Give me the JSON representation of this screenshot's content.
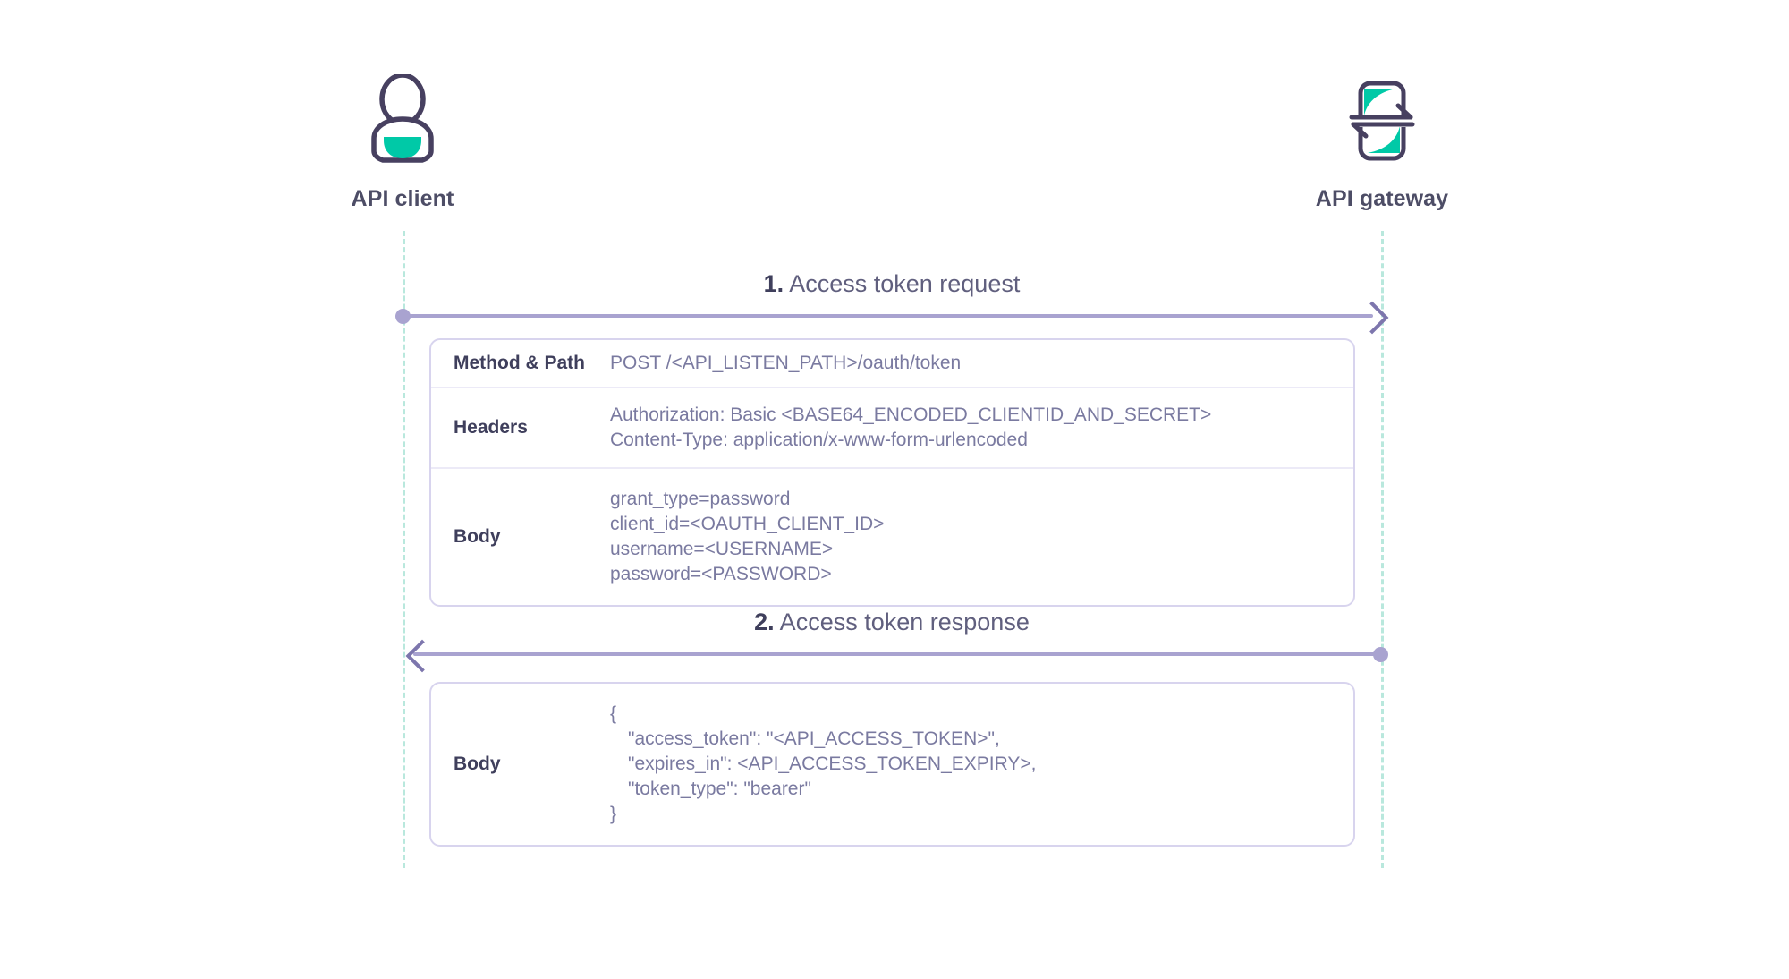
{
  "actors": [
    {
      "id": "api-client",
      "label": "API client",
      "icon": "user-icon"
    },
    {
      "id": "api-gateway",
      "label": "API gateway",
      "icon": "gateway-icon"
    }
  ],
  "messages": [
    {
      "number": "1.",
      "label": "Access token request",
      "direction": "right",
      "rows": [
        {
          "key": "Method & Path",
          "lines": [
            "POST /<API_LISTEN_PATH>/oauth/token"
          ]
        },
        {
          "key": "Headers",
          "lines": [
            "Authorization: Basic <BASE64_ENCODED_CLIENTID_AND_SECRET>",
            "Content-Type: application/x-www-form-urlencoded"
          ]
        },
        {
          "key": "Body",
          "lines": [
            "grant_type=password",
            "client_id=<OAUTH_CLIENT_ID>",
            "username=<USERNAME>",
            "password=<PASSWORD>"
          ]
        }
      ]
    },
    {
      "number": "2.",
      "label": "Access token response",
      "direction": "left",
      "rows": [
        {
          "key": "Body",
          "lines": [
            "{",
            "\"access_token\": \"<API_ACCESS_TOKEN>\",",
            "\"expires_in\": <API_ACCESS_TOKEN_EXPIRY>,",
            "\"token_type\": \"bearer\"",
            "}"
          ]
        }
      ]
    }
  ],
  "msg1": {
    "number": "1.",
    "label": " Access token request",
    "row0_key": "Method & Path",
    "row0_l0": "POST /<API_LISTEN_PATH>/oauth/token",
    "row1_key": "Headers",
    "row1_l0": "Authorization: Basic <BASE64_ENCODED_CLIENTID_AND_SECRET>",
    "row1_l1": "Content-Type: application/x-www-form-urlencoded",
    "row2_key": "Body",
    "row2_l0": "grant_type=password",
    "row2_l1": "client_id=<OAUTH_CLIENT_ID>",
    "row2_l2": "username=<USERNAME>",
    "row2_l3": "password=<PASSWORD>"
  },
  "msg2": {
    "number": "2.",
    "label": " Access token response",
    "row0_key": "Body",
    "row0_l0": "{",
    "row0_l1": "\"access_token\": \"<API_ACCESS_TOKEN>\",",
    "row0_l2": "\"expires_in\": <API_ACCESS_TOKEN_EXPIRY>,",
    "row0_l3": "\"token_type\": \"bearer\"",
    "row0_l4": "}"
  },
  "colors": {
    "outline": "#474060",
    "accent_teal": "#00c9a7",
    "lifeline": "#b9e8dd",
    "arrow": "#a9a3d0",
    "arrow_head": "#7d76ad",
    "table_border": "#d8d4ee",
    "row_divider": "#eceaf7",
    "key_text": "#3f3f5c",
    "value_text": "#7a7aa0",
    "label_text": "#605f7e",
    "background": "#ffffff"
  }
}
